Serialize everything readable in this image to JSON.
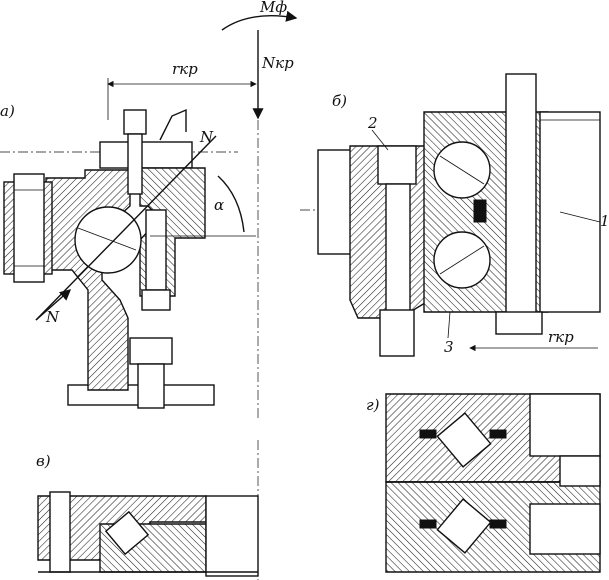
{
  "labels": {
    "moment": "Mф",
    "normal_force": "Nкр",
    "radius": "rкр",
    "view_a": "а)",
    "view_b": "б)",
    "view_v": "в)",
    "view_g": "г)",
    "normal_N_upper": "N",
    "normal_N_lower": "N",
    "angle": "α",
    "part_1": "1",
    "part_2": "2",
    "part_3": "3",
    "radius_b": "rкр"
  }
}
